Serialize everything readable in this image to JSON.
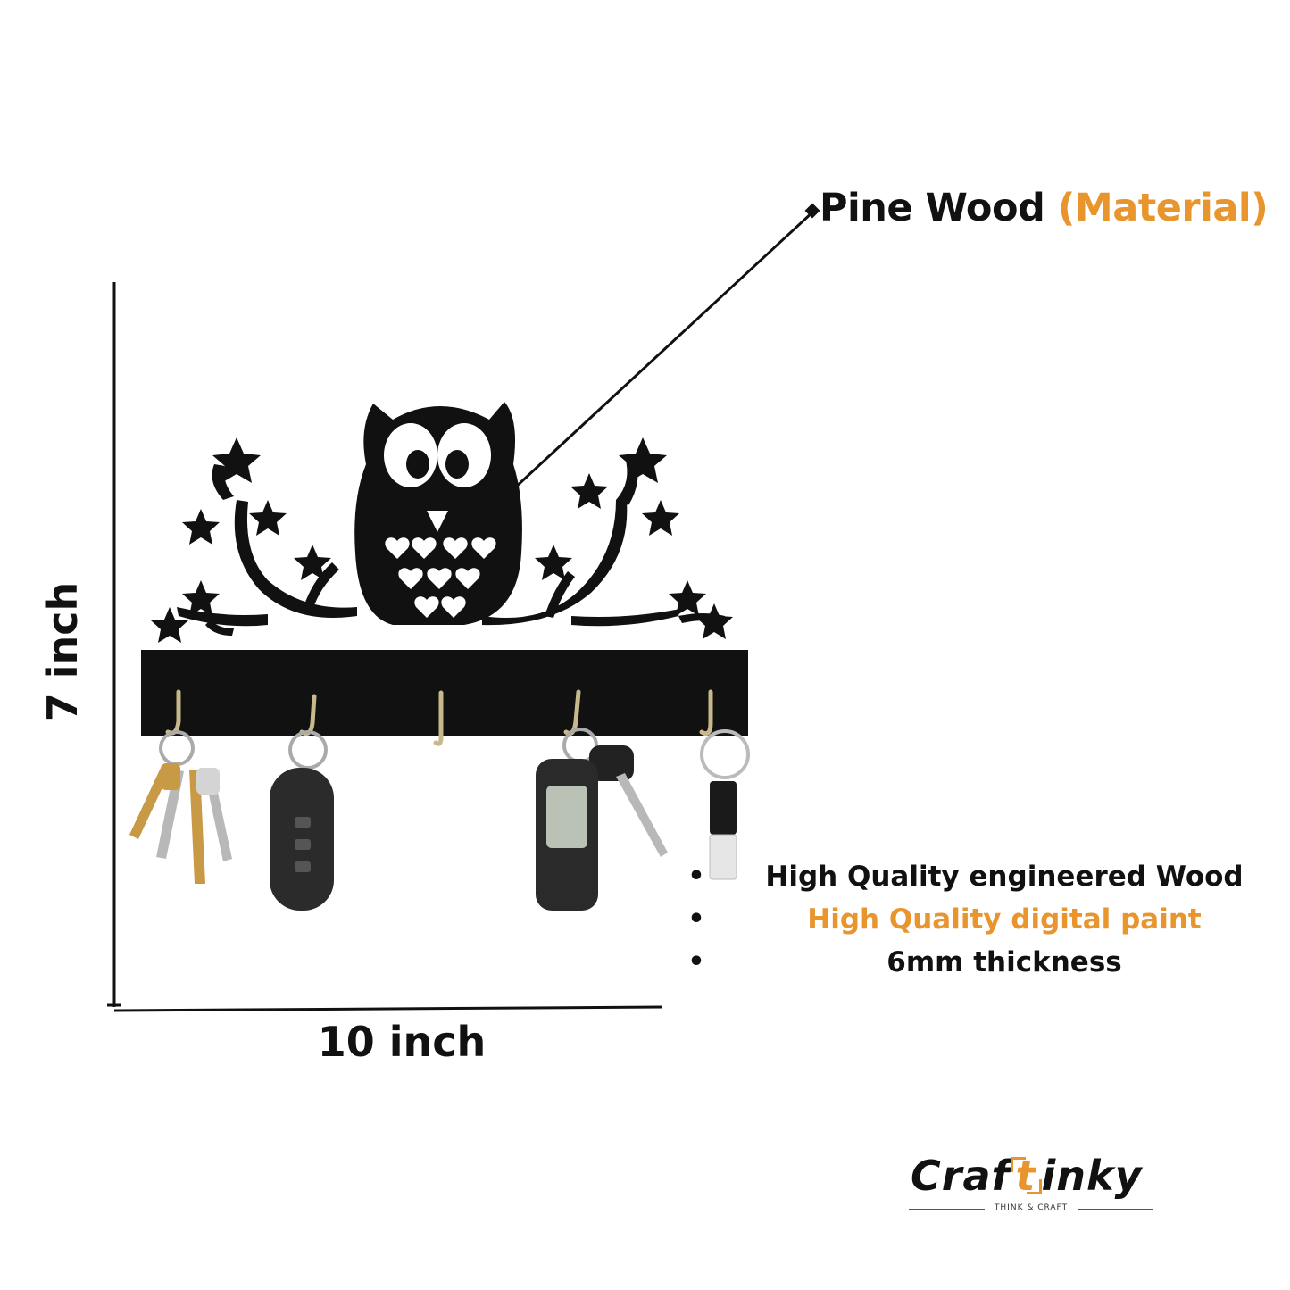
{
  "material": {
    "name": "Pine Wood",
    "note": "(Material)"
  },
  "dimensions": {
    "height": "7 inch",
    "width": "10 inch"
  },
  "features": [
    {
      "text": "High Quality engineered Wood",
      "color": "#111111"
    },
    {
      "text": "High Quality digital paint",
      "color": "#e8952e"
    },
    {
      "text": "6mm thickness",
      "color": "#111111"
    }
  ],
  "brand": {
    "name_part1": "Craf",
    "name_highlight": "t",
    "name_part2": "inky",
    "tagline": "THINK & CRAFT"
  },
  "colors": {
    "accent": "#e8952e",
    "product": "#111111",
    "background": "#ffffff"
  }
}
